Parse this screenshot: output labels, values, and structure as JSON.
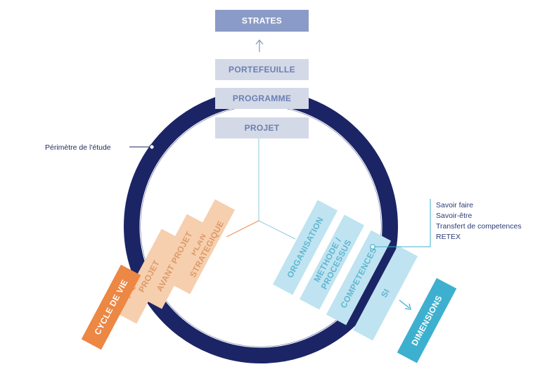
{
  "colors": {
    "ring": "#1b2566",
    "ring_line": "#ffffff",
    "strate_dark": "#8b9bc7",
    "strate_light": "#d4d9e8",
    "strate_text_light": "#6b7fb0",
    "cycle_dark": "#ec8744",
    "cycle_light": "#f6cfae",
    "cycle_text_light": "#dd9a68",
    "dim_dark": "#3eb0cf",
    "dim_light": "#bfe3f0",
    "dim_text_light": "#5fb7d3",
    "connector_blue": "#8cc7e0",
    "connector_orange": "#ec8f55"
  },
  "strates": {
    "header": "STRATES",
    "items": [
      "PORTEFEUILLE",
      "PROGRAMME",
      "PROJET"
    ]
  },
  "cycle": {
    "header": "CYCLE DE VIE",
    "items": [
      {
        "lines": [
          "PLAN",
          "STRATEGIQUE"
        ]
      },
      {
        "lines": [
          "AVANT PROJET"
        ]
      },
      {
        "lines": [
          "PROJET"
        ]
      }
    ]
  },
  "dimensions": {
    "header": "DIMENSIONS",
    "items": [
      {
        "lines": [
          "ORGANISATION"
        ]
      },
      {
        "lines": [
          "METHODE /",
          "PROCESSUS"
        ]
      },
      {
        "lines": [
          "COMPETENCES"
        ]
      },
      {
        "lines": [
          "SI"
        ]
      }
    ]
  },
  "perimetre_label": "Périmètre de l'étude",
  "competences_notes": [
    "Savoir faire",
    "Savoir-être",
    "Transfert de competences",
    "RETEX"
  ]
}
